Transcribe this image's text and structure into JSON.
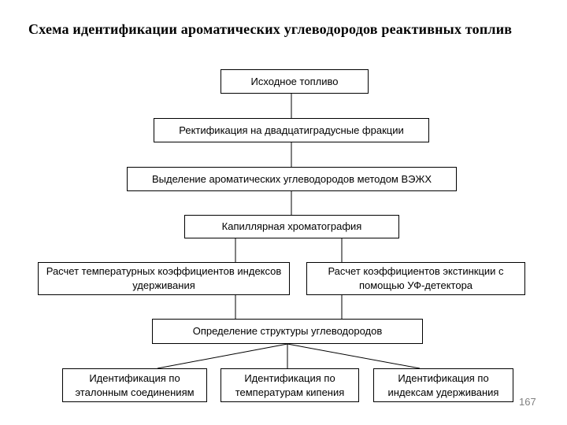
{
  "slide": {
    "title": "Схема идентификации ароматических углеводородов реактивных топлив",
    "page_number": "167"
  },
  "colors": {
    "background": "#ffffff",
    "box_border": "#000000",
    "text": "#000000",
    "connector": "#000000",
    "page_number": "#808080"
  },
  "flowchart": {
    "nodes": {
      "source_fuel": "Исходное топливо",
      "rectification": "Ректификация на двадцатиградусные фракции",
      "hplc_isolation": "Выделение ароматических углеводородов методом ВЭЖХ",
      "capillary_chromatography": "Капиллярная хроматография",
      "temperature_coefficients": "Расчет температурных коэффициентов индексов удерживания",
      "extinction_coefficients": "Расчет коэффициентов экстинкции с помощью УФ-детектора",
      "structure_determination": "Определение структуры углеводородов",
      "id_reference_compounds": "Идентификация по эталонным соединениям",
      "id_boiling_points": "Идентификация по температурам кипения",
      "id_retention_indices": "Идентификация по индексам удерживания"
    }
  }
}
